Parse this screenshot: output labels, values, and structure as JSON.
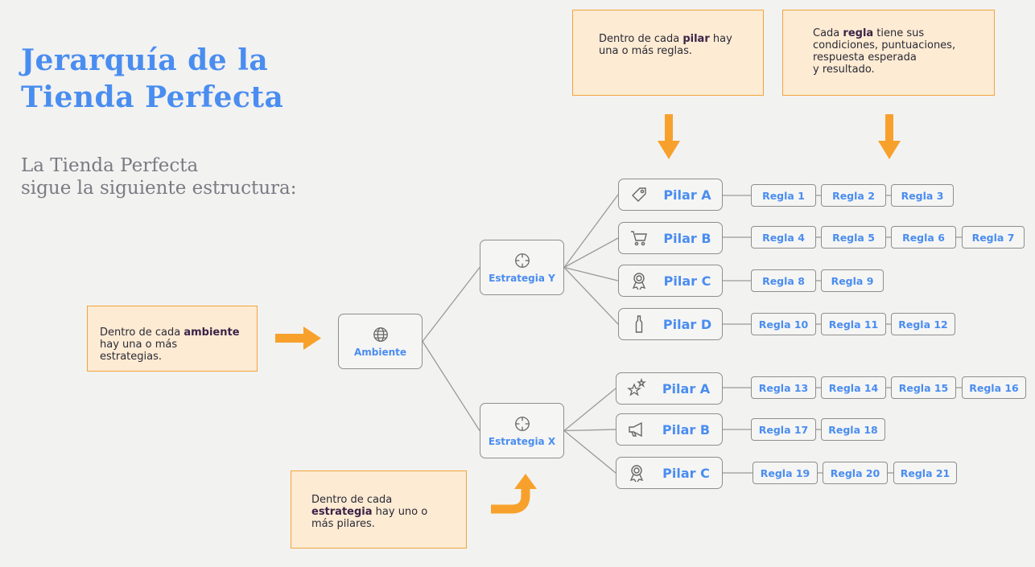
{
  "header": {
    "title_line1": "Jerarquía de la",
    "title_line2": "Tienda Perfecta",
    "subtitle_line1": "La Tienda Perfecta",
    "subtitle_line2": "sigue la siguiente estructura:"
  },
  "notes": {
    "pilar": {
      "pre": "Dentro de cada ",
      "bold": "pilar",
      "post": " hay",
      "line2": "una o más reglas."
    },
    "regla": {
      "pre": "Cada ",
      "bold": "regla",
      "post": " tiene sus",
      "line2": "condiciones, puntuaciones,",
      "line3": "respuesta esperada",
      "line4": "y resultado."
    },
    "ambiente": {
      "pre": "Dentro de cada ",
      "bold": "ambiente",
      "line2": "hay una o más",
      "line3": "estrategias."
    },
    "estrategia": {
      "line1": "Dentro de cada",
      "bold": "estrategia",
      "post": " hay uno o",
      "line3": "más pilares."
    }
  },
  "tree": {
    "root": {
      "label": "Ambiente",
      "icon": "globe-icon"
    },
    "strategies": [
      {
        "label": "Estrategia Y",
        "icon": "target-icon",
        "pillars": [
          {
            "label": "Pilar A",
            "icon": "tag-icon",
            "rules": [
              "Regla 1",
              "Regla 2",
              "Regla 3"
            ]
          },
          {
            "label": "Pilar B",
            "icon": "shopping-cart-icon",
            "rules": [
              "Regla 4",
              "Regla 5",
              "Regla 6",
              "Regla 7"
            ]
          },
          {
            "label": "Pilar C",
            "icon": "award-ribbon-icon",
            "rules": [
              "Regla 8",
              "Regla 9"
            ]
          },
          {
            "label": "Pilar D",
            "icon": "bottle-icon",
            "rules": [
              "Regla 10",
              "Regla 11",
              "Regla 12"
            ]
          }
        ]
      },
      {
        "label": "Estrategia X",
        "icon": "target-icon",
        "pillars": [
          {
            "label": "Pilar A",
            "icon": "stars-icon",
            "rules": [
              "Regla 13",
              "Regla 14",
              "Regla 15",
              "Regla 16"
            ]
          },
          {
            "label": "Pilar B",
            "icon": "megaphone-icon",
            "rules": [
              "Regla 17",
              "Regla 18"
            ]
          },
          {
            "label": "Pilar C",
            "icon": "award-ribbon-icon",
            "rules": [
              "Regla 19",
              "Regla 20",
              "Regla 21"
            ]
          }
        ]
      }
    ]
  },
  "colors": {
    "accent_blue": "#4a8df0",
    "note_fill": "#fdebd3",
    "note_border": "#f3a43a",
    "arrow_orange": "#f7a12c",
    "connector_gray": "#9a9a9a"
  }
}
